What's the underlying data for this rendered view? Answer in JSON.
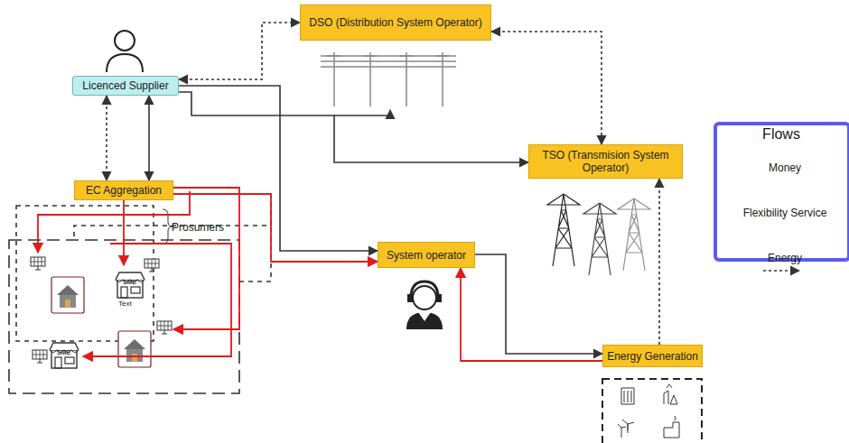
{
  "diagram": {
    "nodes": [
      {
        "text": [
          "Licenced Supplier"
        ]
      },
      {
        "text": [
          "DSO (Distribution System Operator)"
        ]
      },
      {
        "text": [
          "TSO (Transmision System Operator)"
        ]
      },
      {
        "text": [
          "EC Aggregation"
        ]
      },
      {
        "text": [
          "System operator"
        ]
      },
      {
        "text": [
          "Energy Generation"
        ]
      }
    ],
    "edges": [
      {
        "from": 0,
        "to": 1,
        "arrow": "both"
      },
      {
        "from": 1,
        "to": 2,
        "arrow": "both"
      },
      {
        "from": 0,
        "to": 2,
        "arrow": "to"
      },
      {
        "from": 0,
        "to": 4,
        "arrow": "to"
      },
      {
        "from": 0,
        "to": 3,
        "arrow": "both"
      },
      {
        "from": 3,
        "to": 0,
        "arrow": "both"
      },
      {
        "from": 3,
        "to": 4,
        "arrow": "to"
      },
      {
        "from": 4,
        "to": 5,
        "arrow": "to"
      },
      {
        "from": 5,
        "to": 4,
        "arrow": "to"
      },
      {
        "from": 5,
        "to": 2,
        "arrow": "to"
      }
    ],
    "labels": [
      "Prosumers",
      "Text",
      "SME",
      "SME",
      "Flows"
    ],
    "legend": [
      {
        "text": "Money"
      },
      {
        "text": "Flexibility Service"
      },
      {
        "text": "Energy"
      }
    ]
  }
}
